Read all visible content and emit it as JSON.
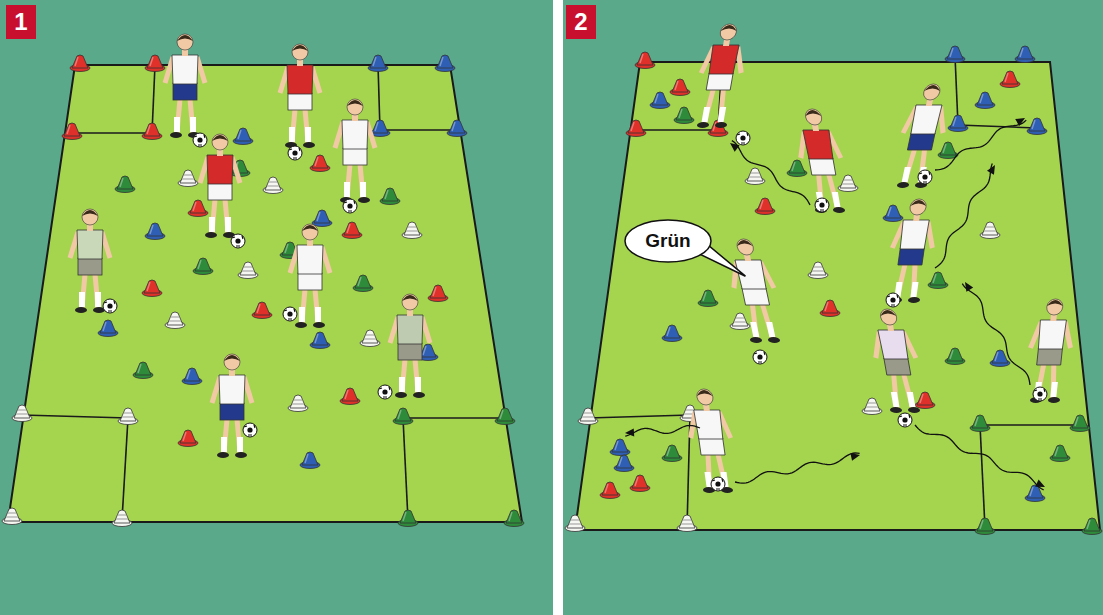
{
  "diagram": {
    "nodes": [
      {
        "text": [
          "1"
        ]
      },
      {
        "text": [
          "2"
        ]
      },
      {
        "text": [
          "Grün"
        ]
      }
    ]
  }
}
